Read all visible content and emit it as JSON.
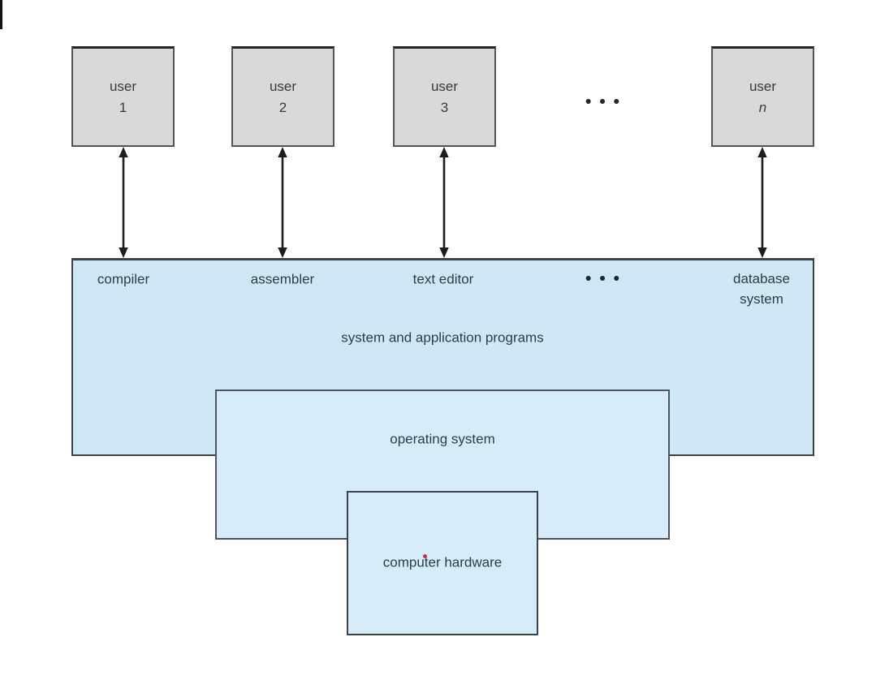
{
  "users": [
    {
      "word": "user",
      "id": "1"
    },
    {
      "word": "user",
      "id": "2"
    },
    {
      "word": "user",
      "id": "3"
    },
    {
      "word": "user",
      "id": "n"
    }
  ],
  "ellipsis_top": "•••",
  "programs": {
    "label_compiler": "compiler",
    "label_assembler": "assembler",
    "label_text_editor": "text editor",
    "ellipsis": "•••",
    "label_database_line1": "database",
    "label_database_line2": "system",
    "caption": "system and application programs"
  },
  "os": {
    "label": "operating system"
  },
  "hardware": {
    "label": "computer hardware"
  },
  "colors": {
    "user_box_fill": "#d9d9d9",
    "layer_fill": "#cfe8f6",
    "inner_fill": "#d6edf9",
    "border_dark": "#3c4248",
    "text": "#2e3d46",
    "arrow": "#1d1d1d",
    "red_dot": "#c8304a"
  }
}
